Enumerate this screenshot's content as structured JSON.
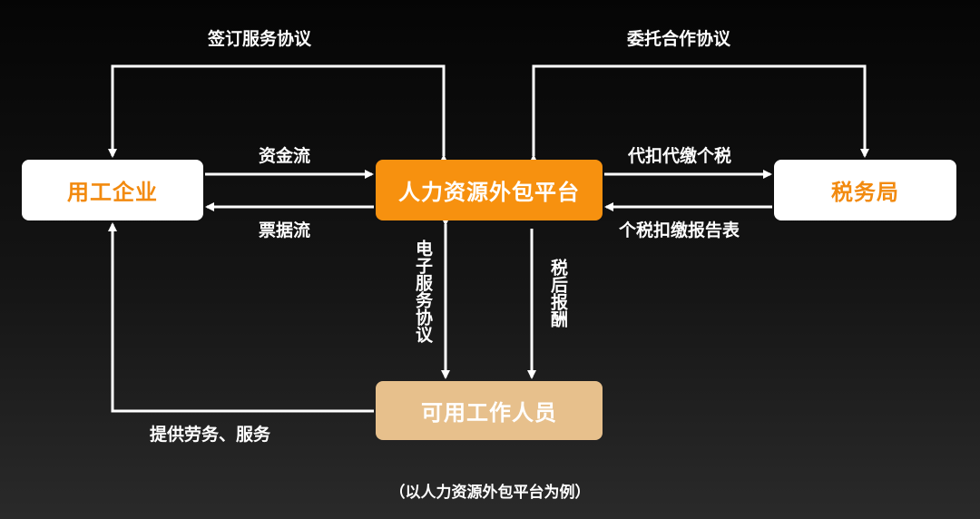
{
  "nodes": {
    "employer": "用工企业",
    "platform": "人力资源外包平台",
    "tax_bureau": "税务局",
    "workers": "可用工作人员"
  },
  "edges": {
    "sign_service_agreement": "签订服务协议",
    "entrust_cooperation_agreement": "委托合作协议",
    "capital_flow": "资金流",
    "invoice_flow": "票据流",
    "withhold_tax": "代扣代缴个税",
    "tax_withholding_report": "个税扣缴报告表",
    "e_service_agreement": "电子服务协议",
    "after_tax_pay": "税后报酬",
    "provide_labor": "提供劳务、服务"
  },
  "caption": "（以人力资源外包平台为例）",
  "colors": {
    "platform": "#f7910f",
    "workers": "#e7c08c",
    "accent_text": "#f28a0f",
    "line": "#ffffff"
  }
}
